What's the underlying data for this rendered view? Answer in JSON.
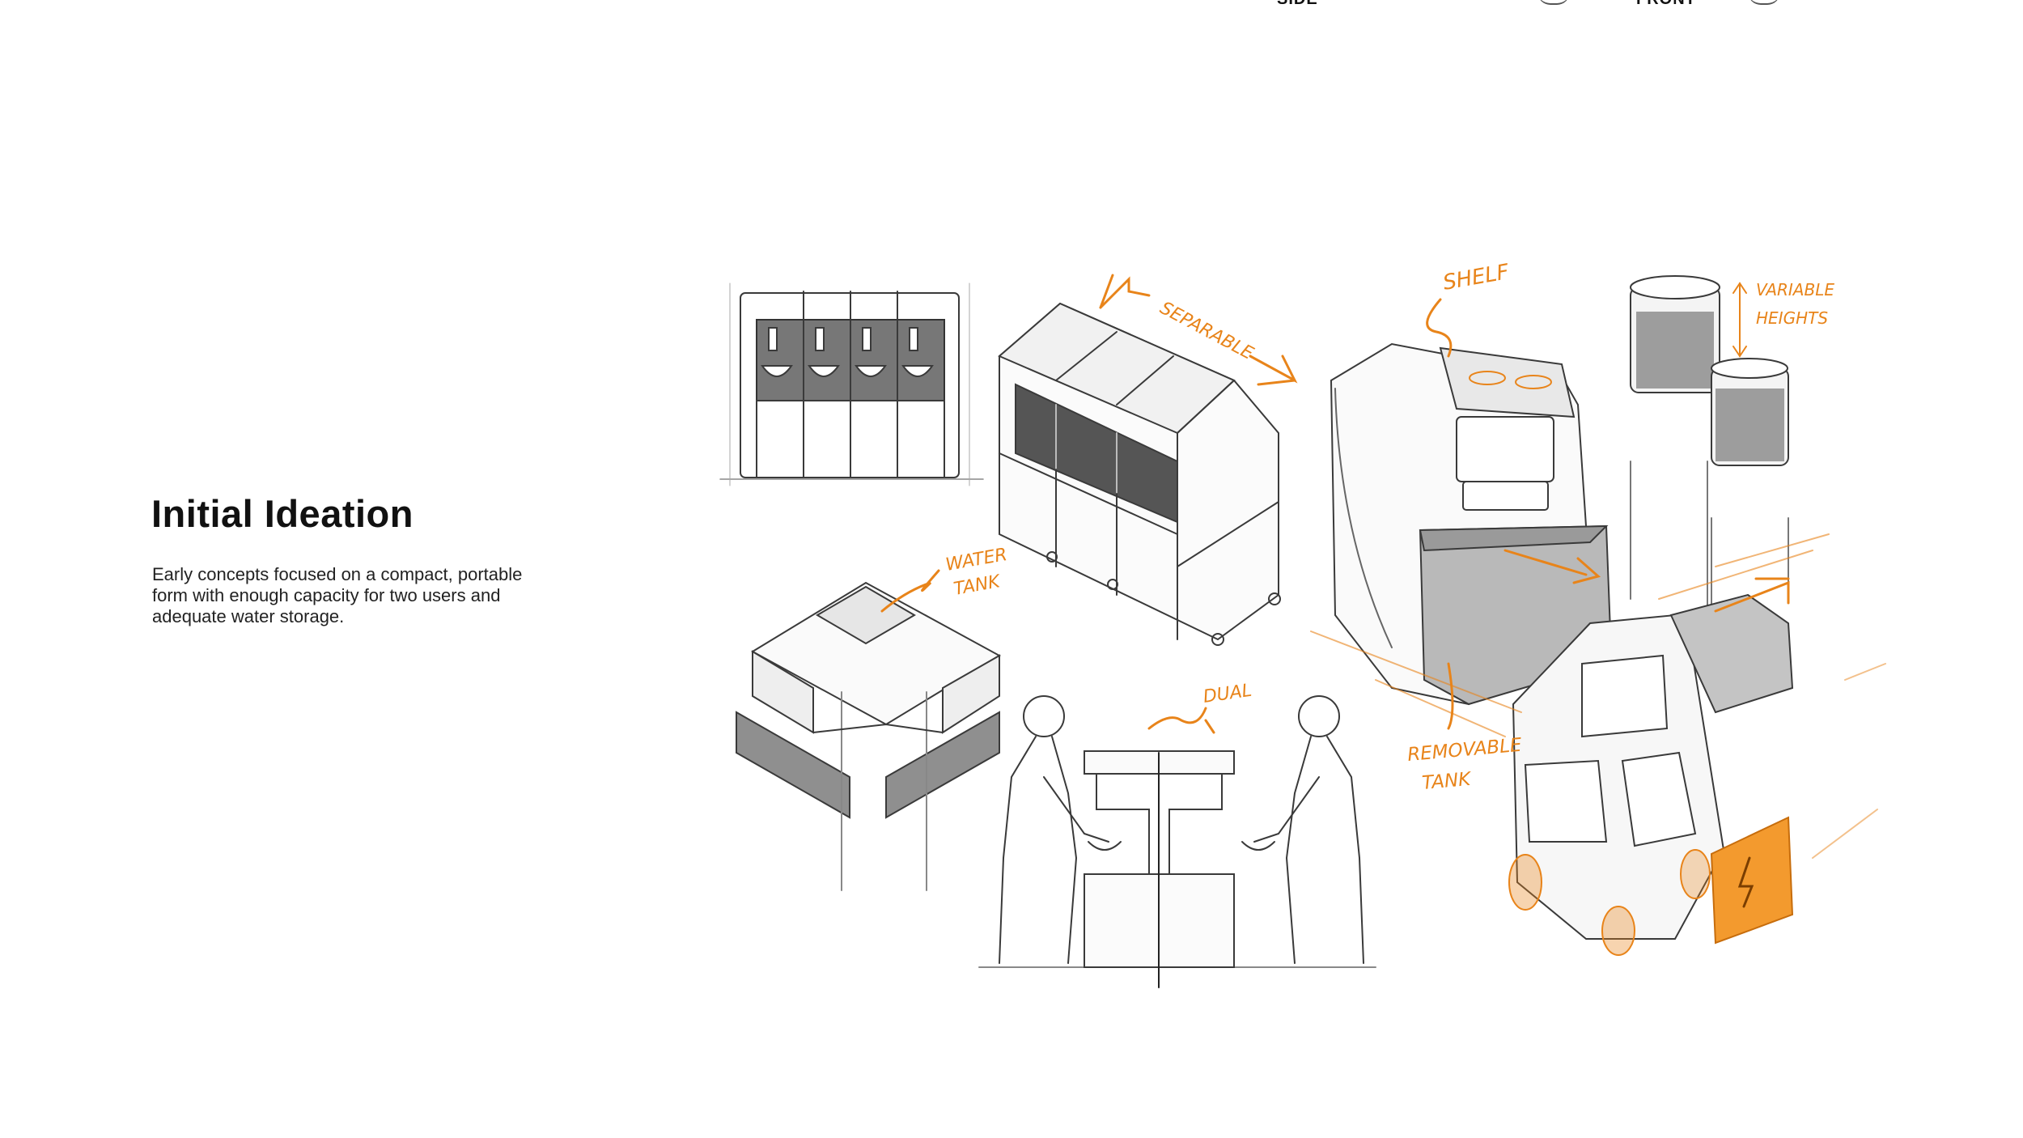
{
  "top_labels": {
    "side": "SIDE",
    "front": "FRONT"
  },
  "section": {
    "title": "Initial Ideation",
    "description": "Early concepts focused on a compact, portable form with enough capacity for two users and adequate water storage."
  },
  "annotations": {
    "separable": "SEPARABLE",
    "shelf": "SHELF",
    "variable": "VARIABLE",
    "heights": "HEIGHTS",
    "water": "WATER",
    "tank": "TANK",
    "dual": "DUAL",
    "removable": "REMOVABLE",
    "tank2": "TANK"
  },
  "colors": {
    "accent": "#e8841a",
    "sketch_line": "#3a3a3a",
    "sketch_fill": "#c8c8c8"
  }
}
